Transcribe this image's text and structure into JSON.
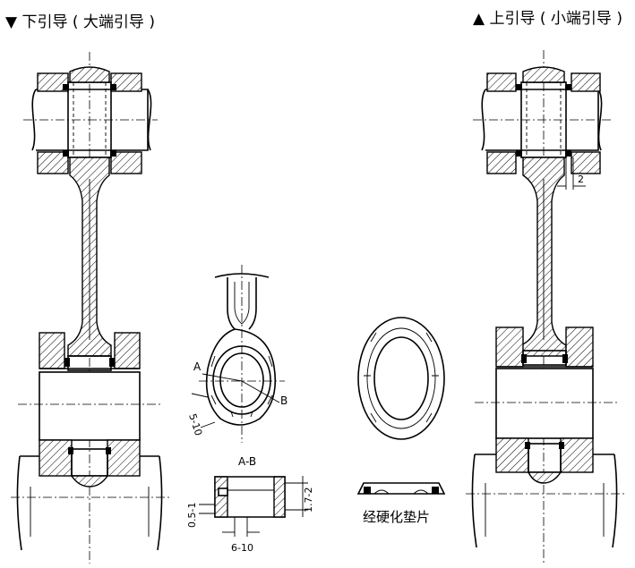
{
  "titles": {
    "left": "▼ 下引导 ( 大端引导 )",
    "right": "▲ 上引导 ( 小端引导 )"
  },
  "dimensions": {
    "right_gap": "2",
    "section_a": "A",
    "section_b": "B",
    "radial_gap": "5-10",
    "section_name": "A-B",
    "dim_side": "1.7-2",
    "dim_left": "0.5-1",
    "dim_bottom": "6-10"
  },
  "caption": "经硬化垫片"
}
